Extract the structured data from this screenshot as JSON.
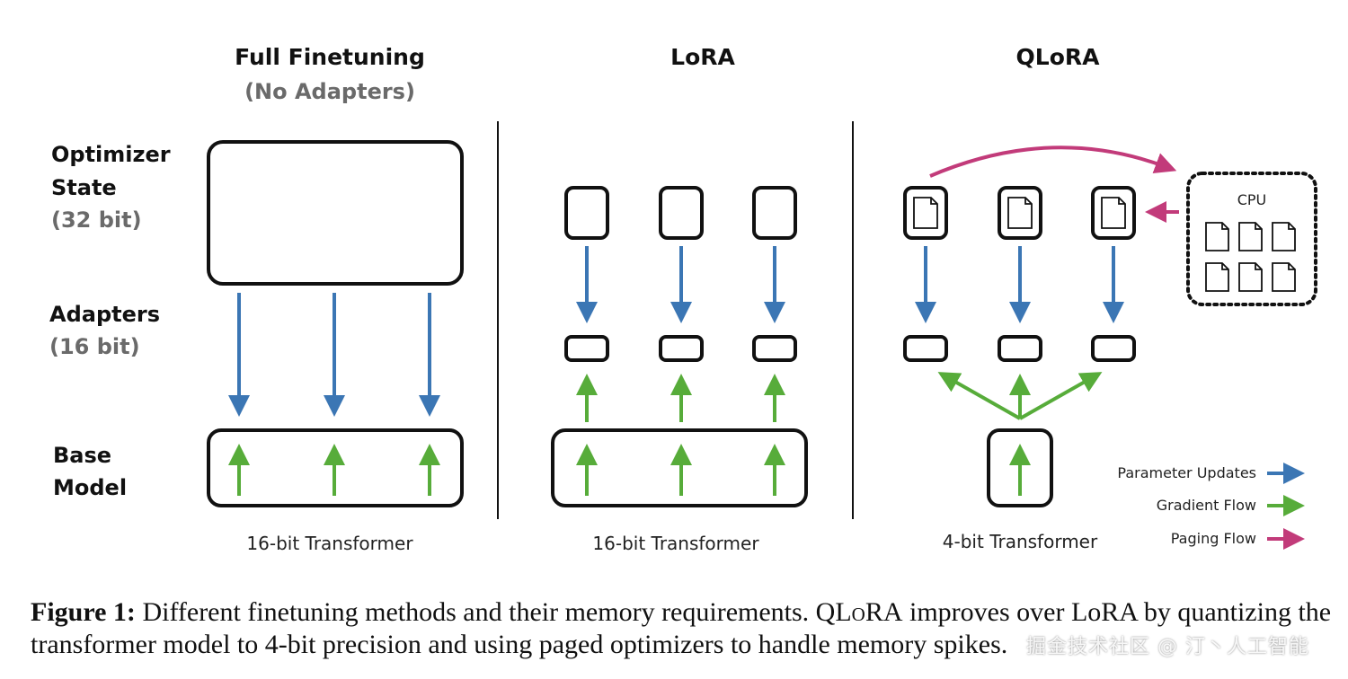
{
  "panels": [
    {
      "title": "Full Finetuning",
      "subtitle": "(No Adapters)",
      "footer": "16-bit Transformer"
    },
    {
      "title": "LoRA",
      "footer": "16-bit Transformer"
    },
    {
      "title": "QLoRA",
      "footer": "4-bit Transformer"
    }
  ],
  "row_labels": {
    "optimizer": {
      "line1": "Optimizer",
      "line2": "State",
      "bits": "(32 bit)"
    },
    "adapters": {
      "line1": "Adapters",
      "bits": "(16 bit)"
    },
    "base": {
      "line1": "Base",
      "line2": "Model"
    }
  },
  "cpu_label": "CPU",
  "legend": [
    {
      "label": "Parameter Updates",
      "color": "#3b76b4",
      "icon": "arrow-right-icon"
    },
    {
      "label": "Gradient Flow",
      "color": "#57ac3a",
      "icon": "arrow-right-icon"
    },
    {
      "label": "Paging Flow",
      "color": "#c23b7a",
      "icon": "arrow-right-icon"
    }
  ],
  "colors": {
    "parameter_updates": "#3b76b4",
    "gradient_flow": "#57ac3a",
    "paging_flow": "#c23b7a"
  },
  "caption": {
    "label": "Figure 1:",
    "text_a": " Different finetuning methods and their memory requirements. Q",
    "text_b": "LoRA",
    "text_c": " improves over LoRA by quantizing the transformer model to 4-bit precision and using paged optimizers to handle memory spikes."
  },
  "watermark": "掘金技术社区 @ 汀丶人工智能"
}
